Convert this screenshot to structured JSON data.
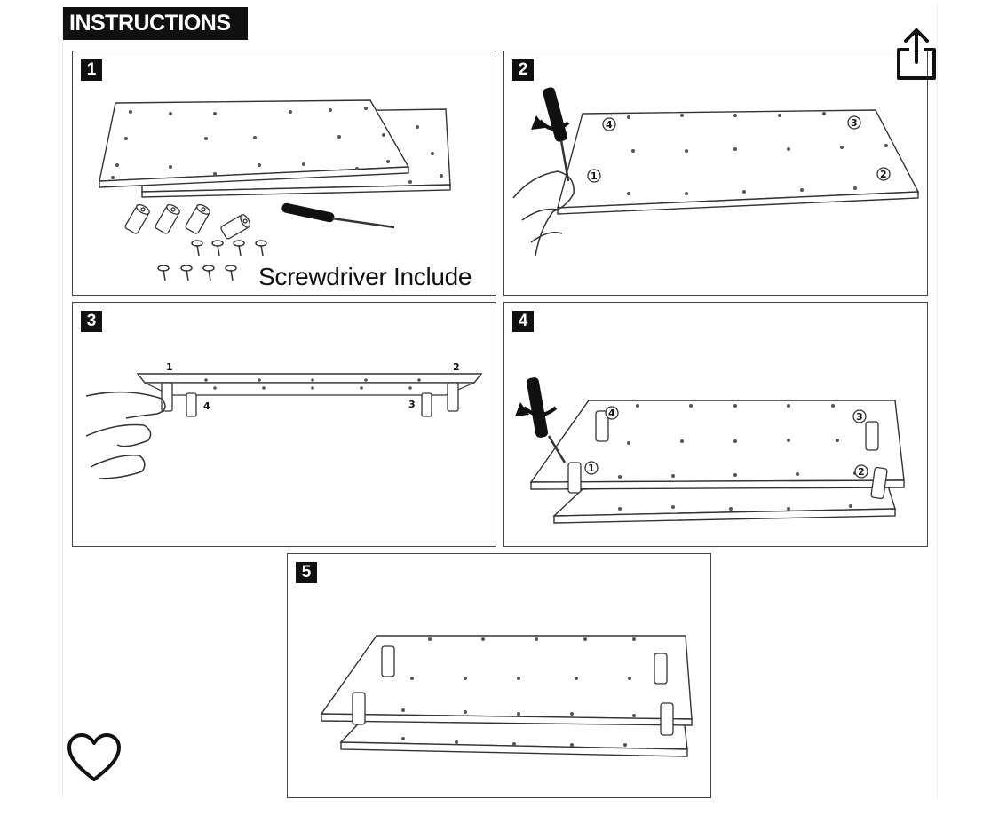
{
  "title": "INSTRUCTIONS",
  "steps": [
    {
      "number": "1",
      "caption": "Screwdriver Include"
    },
    {
      "number": "2"
    },
    {
      "number": "3"
    },
    {
      "number": "4"
    },
    {
      "number": "5"
    }
  ],
  "step3_labels": [
    "1",
    "2",
    "3",
    "4"
  ],
  "icons": {
    "share": "share-icon",
    "favorite": "heart-icon"
  }
}
